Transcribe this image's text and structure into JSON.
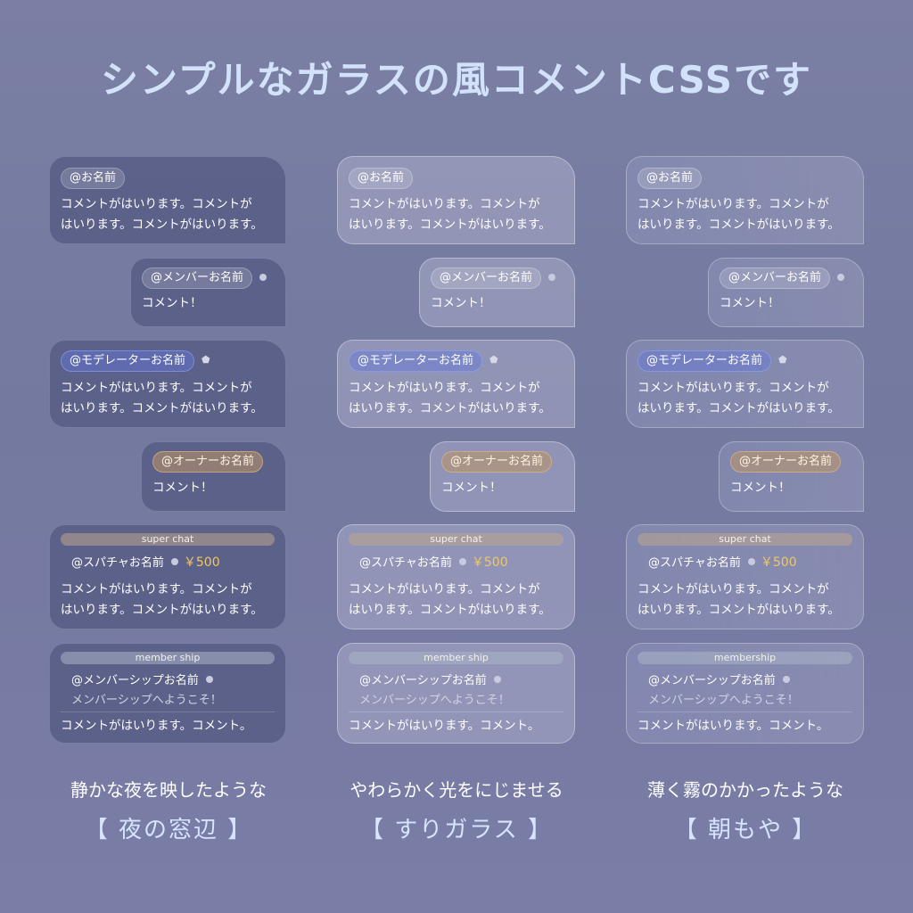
{
  "title": "シンプルなガラスの風コメントCSSです",
  "labels": {
    "name": "@お名前",
    "member_name": "@メンバーお名前",
    "moderator_name": "@モデレーターお名前",
    "owner_name": "@オーナーお名前",
    "superchat_name": "@スパチャお名前",
    "superchat_amount": "￥500",
    "membership_name": "@メンバーシップお名前",
    "membership_welcome": "メンバーシップへようこそ！",
    "comment_line1": "コメントがはいります。コメントが",
    "comment_line2": "はいります。コメントがはいります。",
    "comment_short": "コメント！",
    "comment_member": "コメントがはいります。コメント。"
  },
  "columns": [
    {
      "caption": "静かな夜を映したような",
      "name": "【 夜の窓辺 】",
      "superchat_label": "super chat",
      "membership_label": "member ship"
    },
    {
      "caption": "やわらかく光をにじませる",
      "name": "【 すりガラス 】",
      "superchat_label": "super chat",
      "membership_label": "member ship"
    },
    {
      "caption": "薄く霧のかかったような",
      "name": "【 朝もや 】",
      "superchat_label": "super chat",
      "membership_label": "membership"
    }
  ],
  "colors": {
    "background": "#767ba2",
    "title": "#d3e2fb",
    "amount": "#f0c860",
    "moderator_pill": "#6478dc",
    "owner_pill": "#be9664"
  }
}
